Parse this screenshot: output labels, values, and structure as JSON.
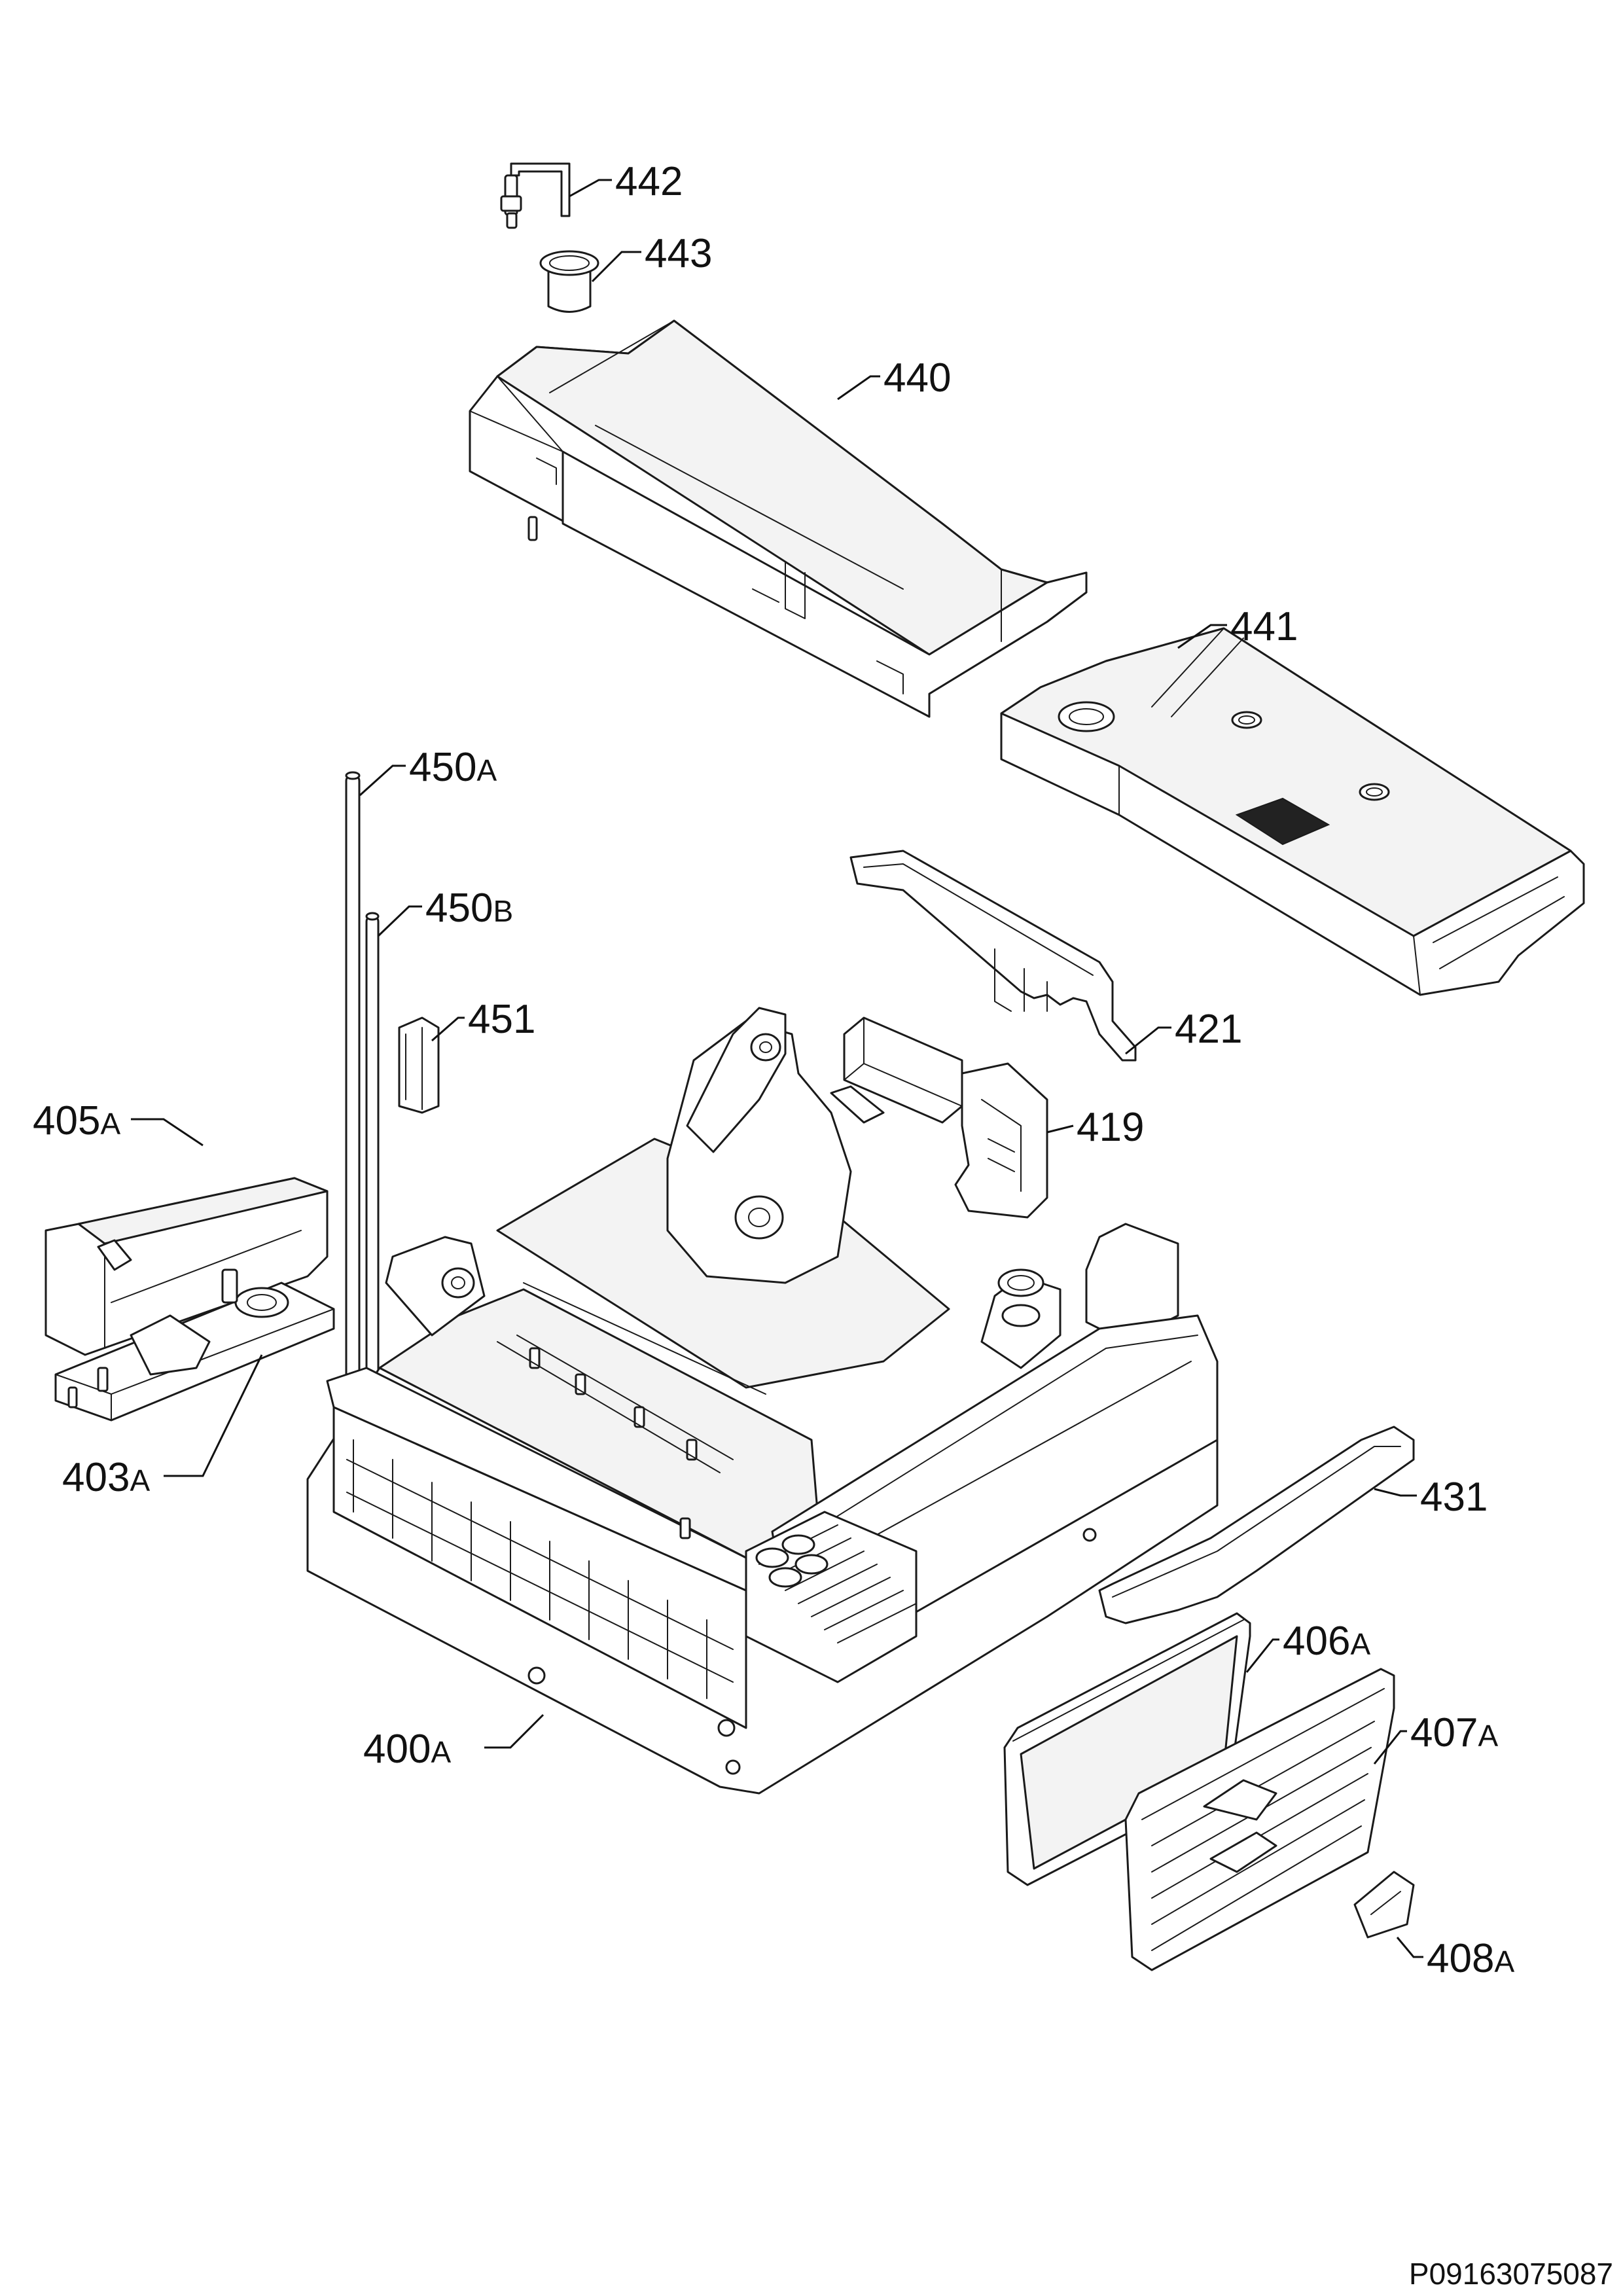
{
  "callouts": {
    "p442": {
      "num": "442"
    },
    "p443": {
      "num": "443"
    },
    "p440": {
      "num": "440"
    },
    "p441": {
      "num": "441"
    },
    "p450a": {
      "num": "450",
      "suffix": "A"
    },
    "p450b": {
      "num": "450",
      "suffix": "B"
    },
    "p451": {
      "num": "451"
    },
    "p421": {
      "num": "421"
    },
    "p419": {
      "num": "419"
    },
    "p405a": {
      "num": "405",
      "suffix": "A"
    },
    "p403a": {
      "num": "403",
      "suffix": "A"
    },
    "p431": {
      "num": "431"
    },
    "p406a": {
      "num": "406",
      "suffix": "A"
    },
    "p407a": {
      "num": "407",
      "suffix": "A"
    },
    "p400a": {
      "num": "400",
      "suffix": "A"
    },
    "p408a": {
      "num": "408",
      "suffix": "A"
    }
  },
  "document_number": "P09163075087"
}
